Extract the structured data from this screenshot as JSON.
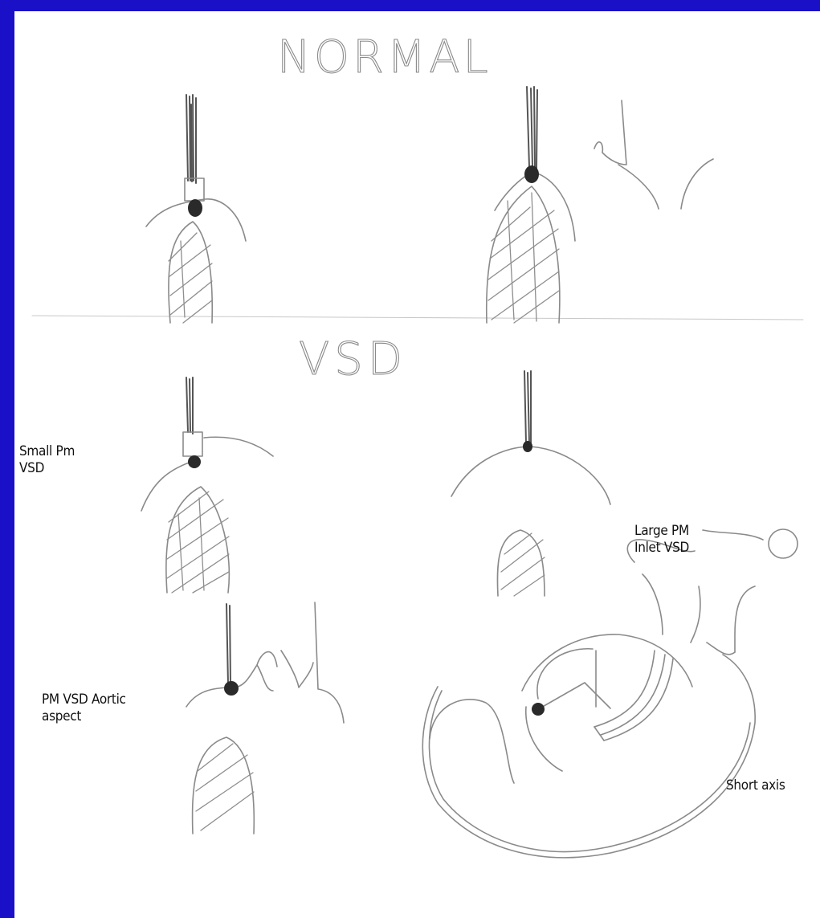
{
  "headings": {
    "normal": "NORMAL",
    "vsd": "VSD"
  },
  "labels": {
    "small_pm_vsd": "Small Pm\nVSD",
    "large_pm_inlet_vsd": "Large PM\nInlet VSD",
    "pm_vsd_aortic_aspect": "PM VSD Aortic\naspect",
    "short_axis": "Short axis"
  },
  "colors": {
    "frame_border": "#1a10c8",
    "paper": "#ffffff",
    "pencil": "#8a8a8a",
    "defect_dot": "#2a2a2a",
    "label_text": "#111111"
  }
}
